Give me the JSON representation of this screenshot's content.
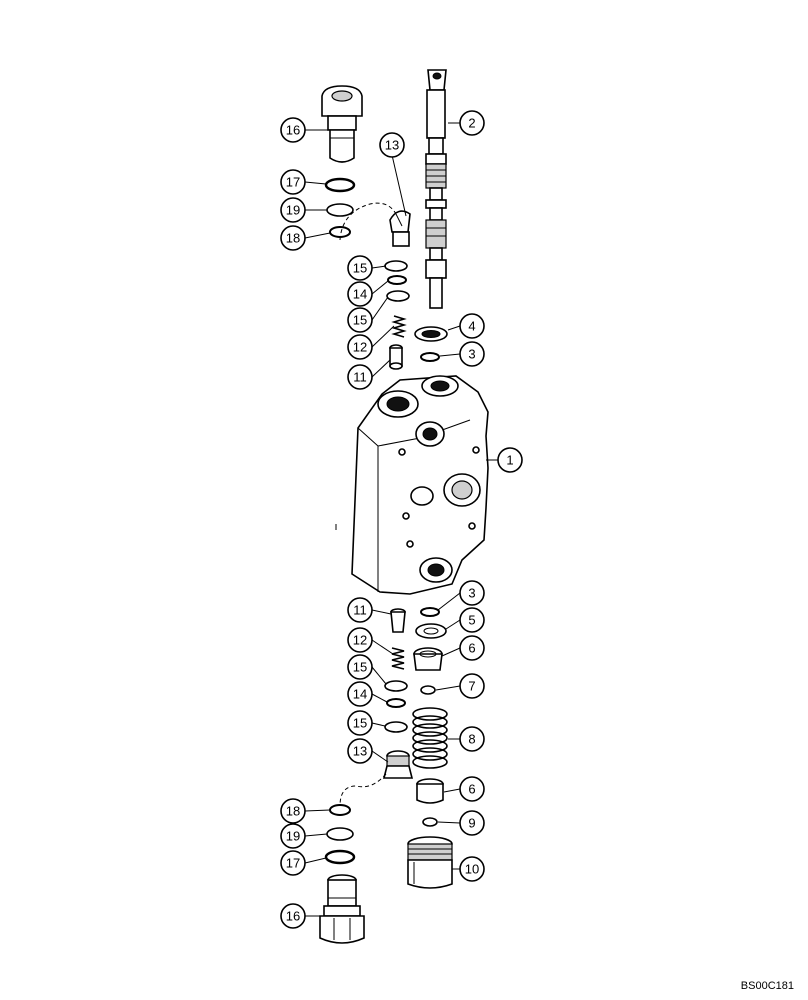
{
  "callouts": [
    {
      "id": "c1",
      "label": "1"
    },
    {
      "id": "c2",
      "label": "2"
    },
    {
      "id": "c3a",
      "label": "3"
    },
    {
      "id": "c4",
      "label": "4"
    },
    {
      "id": "c13a",
      "label": "13"
    },
    {
      "id": "c15a",
      "label": "15"
    },
    {
      "id": "c14a",
      "label": "14"
    },
    {
      "id": "c15b",
      "label": "15"
    },
    {
      "id": "c12a",
      "label": "12"
    },
    {
      "id": "c11a",
      "label": "11"
    },
    {
      "id": "c16a",
      "label": "16"
    },
    {
      "id": "c17a",
      "label": "17"
    },
    {
      "id": "c19a",
      "label": "19"
    },
    {
      "id": "c18a",
      "label": "18"
    },
    {
      "id": "c3b",
      "label": "3"
    },
    {
      "id": "c5",
      "label": "5"
    },
    {
      "id": "c6a",
      "label": "6"
    },
    {
      "id": "c7",
      "label": "7"
    },
    {
      "id": "c8",
      "label": "8"
    },
    {
      "id": "c6b",
      "label": "6"
    },
    {
      "id": "c9",
      "label": "9"
    },
    {
      "id": "c10",
      "label": "10"
    },
    {
      "id": "c11b",
      "label": "11"
    },
    {
      "id": "c12b",
      "label": "12"
    },
    {
      "id": "c15c",
      "label": "15"
    },
    {
      "id": "c14b",
      "label": "14"
    },
    {
      "id": "c15d",
      "label": "15"
    },
    {
      "id": "c13b",
      "label": "13"
    },
    {
      "id": "c18b",
      "label": "18"
    },
    {
      "id": "c19b",
      "label": "19"
    },
    {
      "id": "c17b",
      "label": "17"
    },
    {
      "id": "c16b",
      "label": "16"
    }
  ],
  "drawing_code": "BS00C181"
}
